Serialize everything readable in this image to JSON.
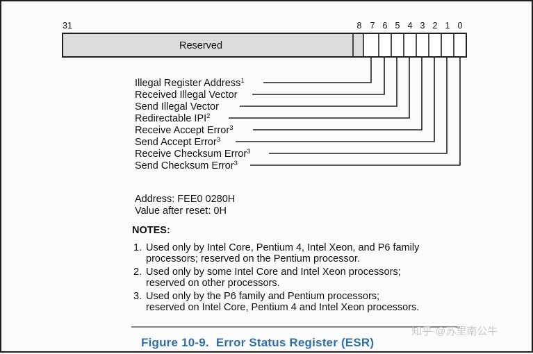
{
  "figure": {
    "caption_number": "Figure 10-9.",
    "caption_title": "Error Status Register (ESR)"
  },
  "register": {
    "reserved_label": "Reserved",
    "high_bit_label": "31",
    "bit_numbers": [
      "8",
      "7",
      "6",
      "5",
      "4",
      "3",
      "2",
      "1",
      "0"
    ],
    "reserved_fill": "#dcdcdc",
    "cell_fill": "#ffffff",
    "line_color": "#231f20"
  },
  "fields": [
    {
      "label": "Illegal Register Address",
      "footnote": "1",
      "bit": "7"
    },
    {
      "label": "Received Illegal Vector",
      "footnote": "",
      "bit": "6"
    },
    {
      "label": "Send Illegal Vector",
      "footnote": "",
      "bit": "5"
    },
    {
      "label": "Redirectable IPI",
      "footnote": "2",
      "bit": "4"
    },
    {
      "label": "Receive Accept Error",
      "footnote": "3",
      "bit": "3"
    },
    {
      "label": "Send Accept Error",
      "footnote": "3",
      "bit": "2"
    },
    {
      "label": "Receive Checksum Error",
      "footnote": "3",
      "bit": "1"
    },
    {
      "label": "Send Checksum Error",
      "footnote": "3",
      "bit": "0"
    }
  ],
  "meta": {
    "address": "Address: FEE0 0280H",
    "reset_value": "Value after reset: 0H"
  },
  "notes": {
    "heading": "NOTES:",
    "items": [
      {
        "num": "1.",
        "line1": "Used only by Intel Core, Pentium 4, Intel Xeon, and P6 family",
        "line2": "processors; reserved on the Pentium processor."
      },
      {
        "num": "2.",
        "line1": "Used only by some Intel Core and Intel Xeon processors;",
        "line2": "reserved on other processors."
      },
      {
        "num": "3.",
        "line1": "Used only by the P6 family and Pentium processors;",
        "line2": "reserved on Intel Core, Pentium 4 and Intel Xeon processors."
      }
    ]
  },
  "watermark": {
    "text": "知乎 @苏里南公牛"
  }
}
